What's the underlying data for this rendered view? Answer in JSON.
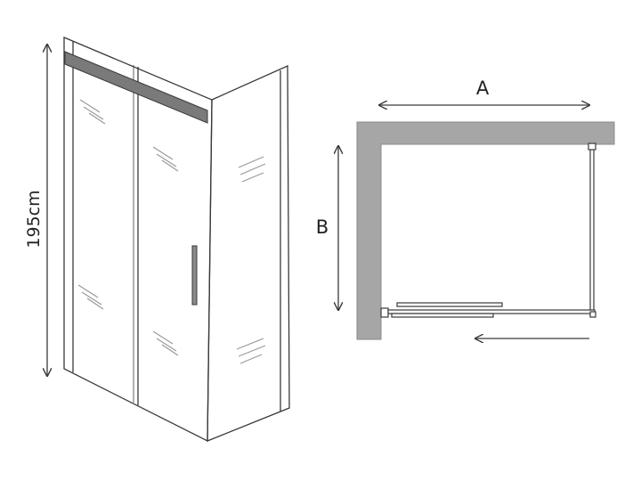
{
  "height_label": "195cm",
  "width_label": "A",
  "depth_label": "B",
  "colors": {
    "line": "#3a3a3a",
    "wall": "#a6a6a6",
    "rail": "#7a7a7a",
    "handle": "#8a8a8a",
    "glass_mark": "#9a9a9a"
  }
}
